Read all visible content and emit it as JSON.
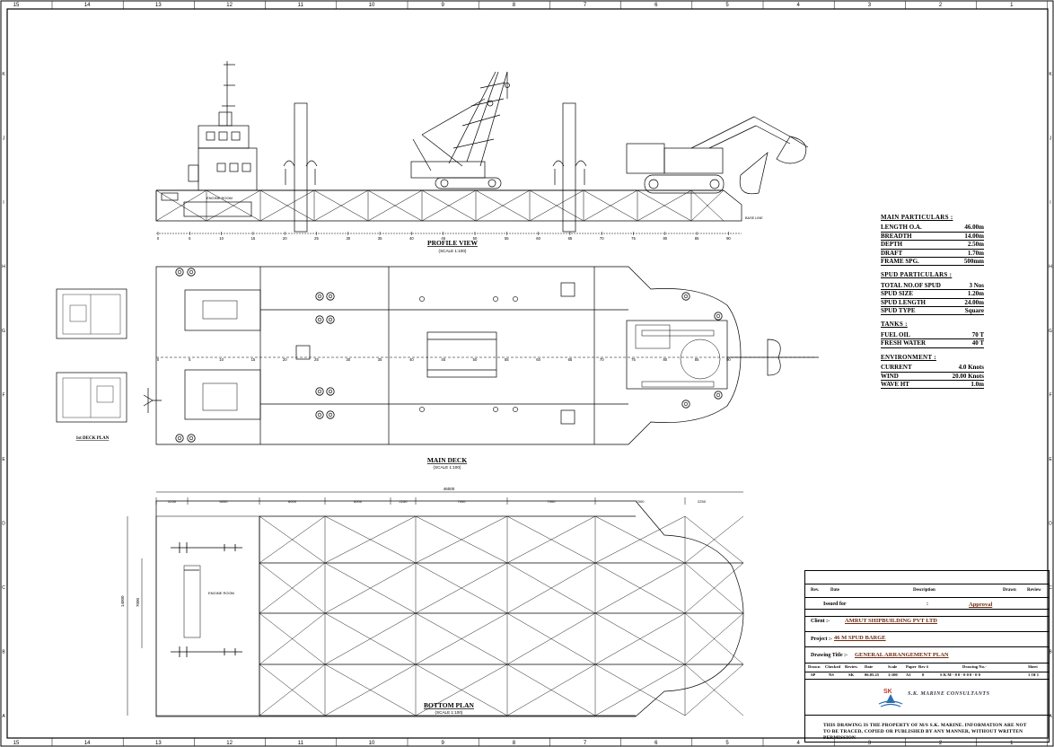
{
  "border": {
    "top_numbers": [
      "15",
      "14",
      "13",
      "12",
      "11",
      "10",
      "9",
      "8",
      "7",
      "6",
      "5",
      "4",
      "3",
      "2",
      "1"
    ],
    "side_letters": [
      "K",
      "J",
      "I",
      "H",
      "G",
      "F",
      "E",
      "D",
      "C",
      "B",
      "A"
    ]
  },
  "views": {
    "profile": {
      "title": "PROFILE VIEW",
      "scale": "(SCALE 1:100)",
      "base_line": "BASE LINE",
      "engine_room": "ENGINE ROOM",
      "scale_ticks": [
        "0",
        "5",
        "10",
        "15",
        "20",
        "25",
        "30",
        "35",
        "40",
        "45",
        "50",
        "55",
        "60",
        "65",
        "70",
        "75",
        "80",
        "85",
        "90"
      ]
    },
    "main_deck": {
      "title": "MAIN DECK",
      "scale": "(SCALE 1:100)"
    },
    "bottom_plan": {
      "title": "BOTTOM PLAN",
      "scale": "(SCALE 1:100)",
      "overall_length": "46000",
      "breadth": "14000",
      "inner_breadth": "7000",
      "engine_room": "ENGINE ROOM",
      "dims": [
        "2250",
        "6000",
        "6000",
        "6000",
        "2250",
        "7000",
        "7000",
        "7000",
        "2250"
      ]
    },
    "deck_plan": {
      "title": "1st DECK PLAN"
    }
  },
  "particulars": {
    "main": {
      "heading": "MAIN PARTICULARS :",
      "rows": [
        {
          "label": "LENGTH O.A.",
          "value": "46.00m"
        },
        {
          "label": "BREADTH",
          "value": "14.00m"
        },
        {
          "label": "DEPTH",
          "value": "2.50m"
        },
        {
          "label": "DRAFT",
          "value": "1.70m"
        },
        {
          "label": "FRAME SPG.",
          "value": "500mm"
        }
      ]
    },
    "spud": {
      "heading": "SPUD PARTICULARS :",
      "rows": [
        {
          "label": "TOTAL NO.OF SPUD",
          "value": "3 Nos"
        },
        {
          "label": "SPUD SIZE",
          "value": "1.20m"
        },
        {
          "label": "SPUD LENGTH",
          "value": "24.00m"
        },
        {
          "label": "SPUD TYPE",
          "value": "Square"
        }
      ]
    },
    "tanks": {
      "heading": "TANKS :",
      "rows": [
        {
          "label": "FUEL OIL",
          "value": "70 T"
        },
        {
          "label": "FRESH WATER",
          "value": "40 T"
        }
      ]
    },
    "environment": {
      "heading": "ENVIRONMENT :",
      "rows": [
        {
          "label": "CURRENT",
          "value": "4.0 Knots"
        },
        {
          "label": "WIND",
          "value": "20.00 Knots"
        },
        {
          "label": "WAVE HT",
          "value": "1.0m"
        }
      ]
    }
  },
  "title_block": {
    "rev_headers": [
      "Rev.",
      "Date",
      "Description",
      "Drawn",
      "Review"
    ],
    "issued_for_label": "Issued for",
    "colon": ":",
    "issued_for": "Approval",
    "client_label": "Client :-",
    "client": "AMRUT SHIPBUILDING PVT LTD",
    "project_label": "Project :-",
    "project": "46 M SPUD BARGE",
    "drawing_title_label": "Drawing Title :-",
    "drawing_title": "GENERAL ARRANGEMENT PLAN",
    "grid_headers": [
      "Drawn",
      "Checked",
      "Review",
      "Date",
      "Scale",
      "Paper",
      "Rev #",
      "Drawing No.-",
      "Sheet"
    ],
    "grid_values": [
      "SP",
      "NS",
      "SK",
      "06.05.25",
      "1:100",
      "A1",
      "0",
      "S K M - 0 0 - 0 0 0 - 0 0",
      "1 Of 1"
    ],
    "firm": "S.K. MARINE CONSULTANTS",
    "logo_letters": "SK",
    "note": "THIS DRAWING IS THE PROPERTY OF M/S S.K. MARINE. INFORMATION ARE NOT TO BE TRACED, COPIED OR PUBLISHED BY ANY MANNER, WITHOUT WRITTEN PERMISSION"
  }
}
